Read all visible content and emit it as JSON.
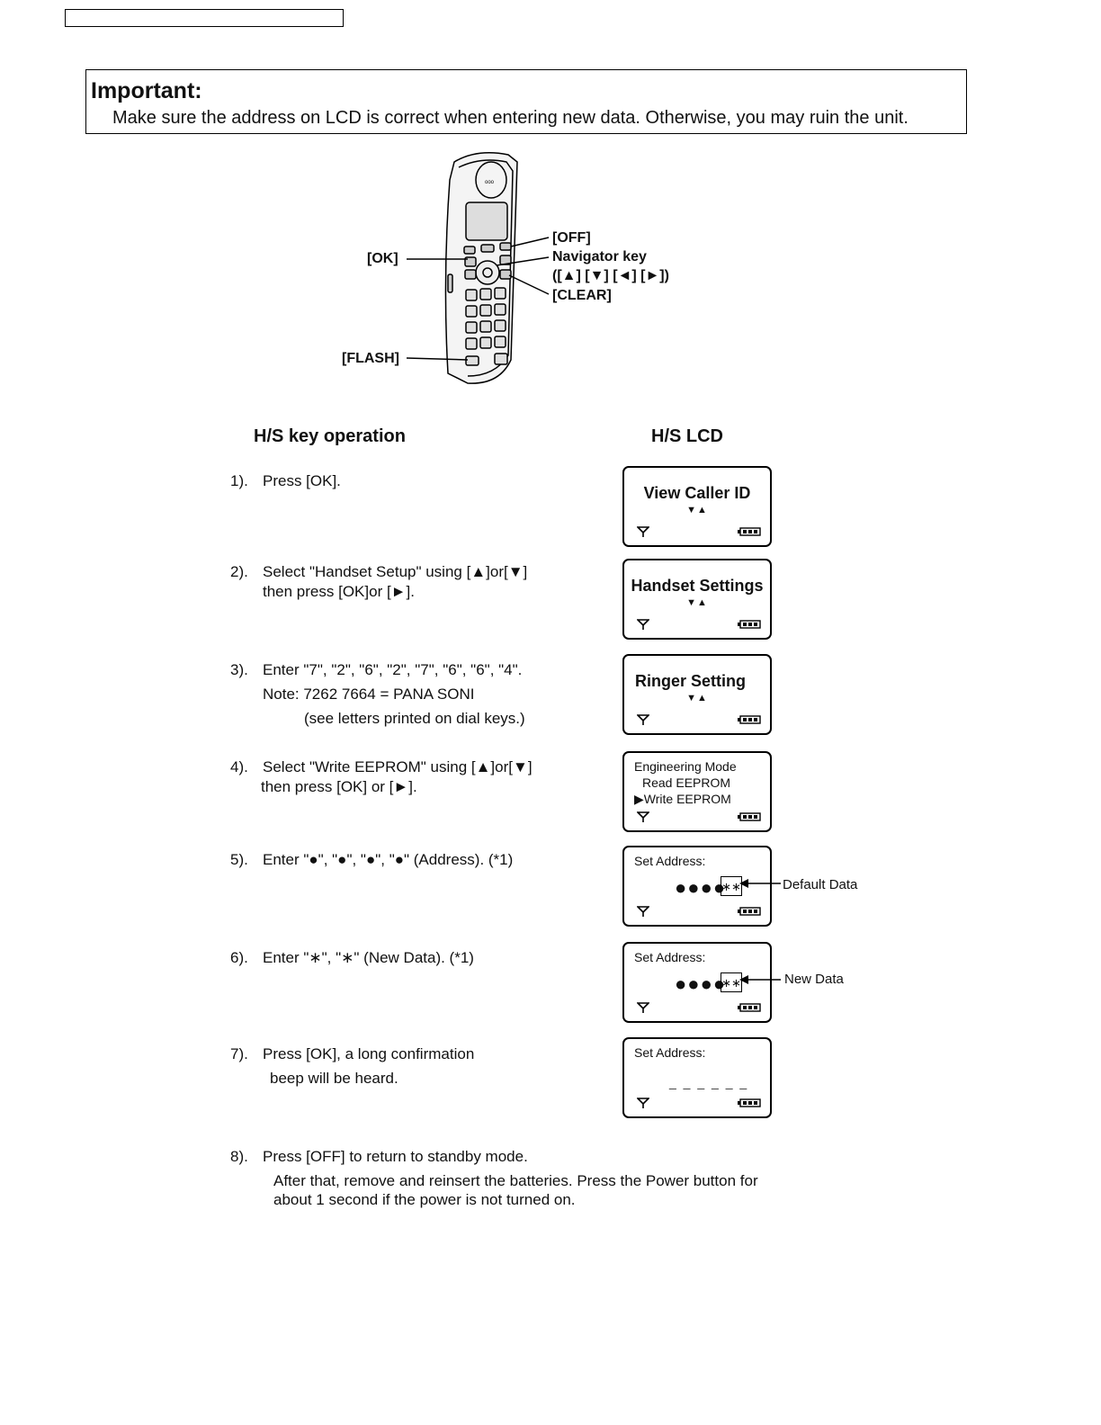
{
  "important": {
    "title": "Important:",
    "text": "Make sure the address on LCD is correct when entering new data. Otherwise, you may ruin the unit."
  },
  "phone_callouts": {
    "ok": "[OK]",
    "off": "[OFF]",
    "navigator": "Navigator key",
    "navigator_keys": "([▲] [▼] [◄] [►])",
    "clear": "[CLEAR]",
    "flash": "[FLASH]"
  },
  "columns": {
    "key_operation": "H/S key operation",
    "lcd": "H/S LCD"
  },
  "steps": [
    {
      "num": "1).",
      "lines": [
        "Press [OK]."
      ]
    },
    {
      "num": "2).",
      "lines": [
        "Select \"Handset Setup\" using [▲]or[▼]",
        "then press [OK]or [►]."
      ]
    },
    {
      "num": "3).",
      "lines": [
        "Enter \"7\", \"2\", \"6\", \"2\", \"7\", \"6\", \"6\", \"4\".",
        "Note: 7262 7664 = PANA SONI",
        "(see letters printed on dial keys.)"
      ]
    },
    {
      "num": "4).",
      "lines": [
        "Select \"Write EEPROM\" using [▲]or[▼]",
        "then press [OK] or [►]."
      ]
    },
    {
      "num": "5).",
      "lines": [
        "Enter \"●\", \"●\", \"●\", \"●\" (Address). (*1)"
      ]
    },
    {
      "num": "6).",
      "lines": [
        "Enter \"∗\", \"∗\" (New Data). (*1)"
      ]
    },
    {
      "num": "7).",
      "lines": [
        "Press [OK], a long confirmation",
        "beep will be heard."
      ]
    },
    {
      "num": "8).",
      "lines": [
        "Press [OFF] to return to standby mode.",
        "After that, remove and reinsert the batteries. Press the Power button for",
        "about 1 second if the power is not turned on."
      ]
    }
  ],
  "lcds": [
    {
      "main": "View Caller ID",
      "arrows": "▼▲"
    },
    {
      "main": "Handset Settings",
      "arrows": "▼▲"
    },
    {
      "main": "Ringer Setting",
      "arrows": "▼▲"
    },
    {
      "lines": [
        "Engineering Mode",
        "Read EEPROM",
        "▶Write EEPROM"
      ]
    },
    {
      "title": "Set Address:",
      "address": "●●●●",
      "data": "∗∗",
      "label": "Default Data"
    },
    {
      "title": "Set Address:",
      "address": "●●●●",
      "data": "∗∗",
      "label": "New Data"
    },
    {
      "title": "Set Address:",
      "blank": "_ _ _ _  _ _"
    }
  ],
  "icons": [
    "antenna-icon",
    "battery-icon",
    "arrow-left-icon"
  ]
}
